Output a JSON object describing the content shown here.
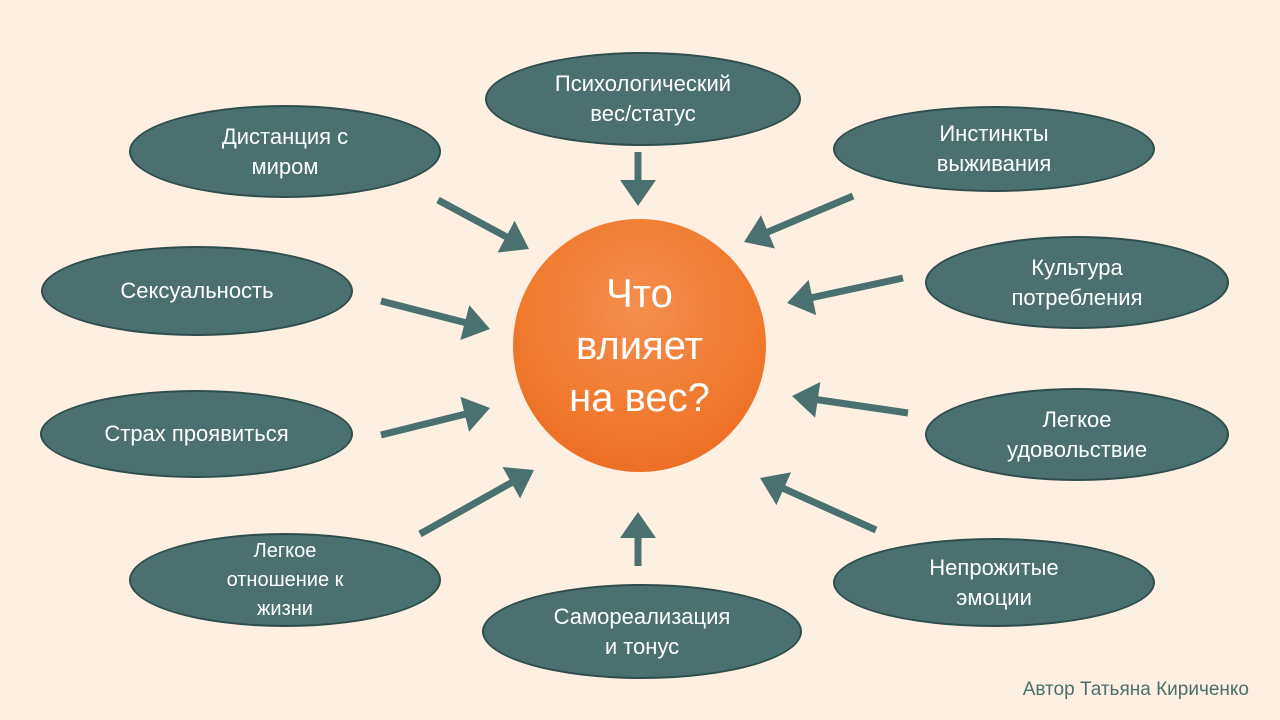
{
  "center": {
    "label": "Что\nвлияет\nна вес?",
    "color": "#f07a2e"
  },
  "nodes": [
    {
      "id": "psych",
      "label": "Психологический\nвес/статус"
    },
    {
      "id": "distance",
      "label": "Дистанция с\nмиром"
    },
    {
      "id": "instincts",
      "label": "Инстинкты\nвыживания"
    },
    {
      "id": "sexuality",
      "label": "Сексуальность"
    },
    {
      "id": "culture",
      "label": "Культура\nпотребления"
    },
    {
      "id": "fear",
      "label": "Страх проявиться"
    },
    {
      "id": "pleasure",
      "label": "Легкое\nудовольствие"
    },
    {
      "id": "relation",
      "label": "Легкое\nотношение к\nжизни"
    },
    {
      "id": "emotions",
      "label": "Непрожитые\nэмоции"
    },
    {
      "id": "selfreal",
      "label": "Самореализация\nи тонус"
    }
  ],
  "colors": {
    "node_fill": "#4a7170",
    "node_border": "#2f4d4c",
    "arrow": "#4a7170",
    "background": "#fdf0e3"
  },
  "author": "Автор Татьяна Кириченко"
}
